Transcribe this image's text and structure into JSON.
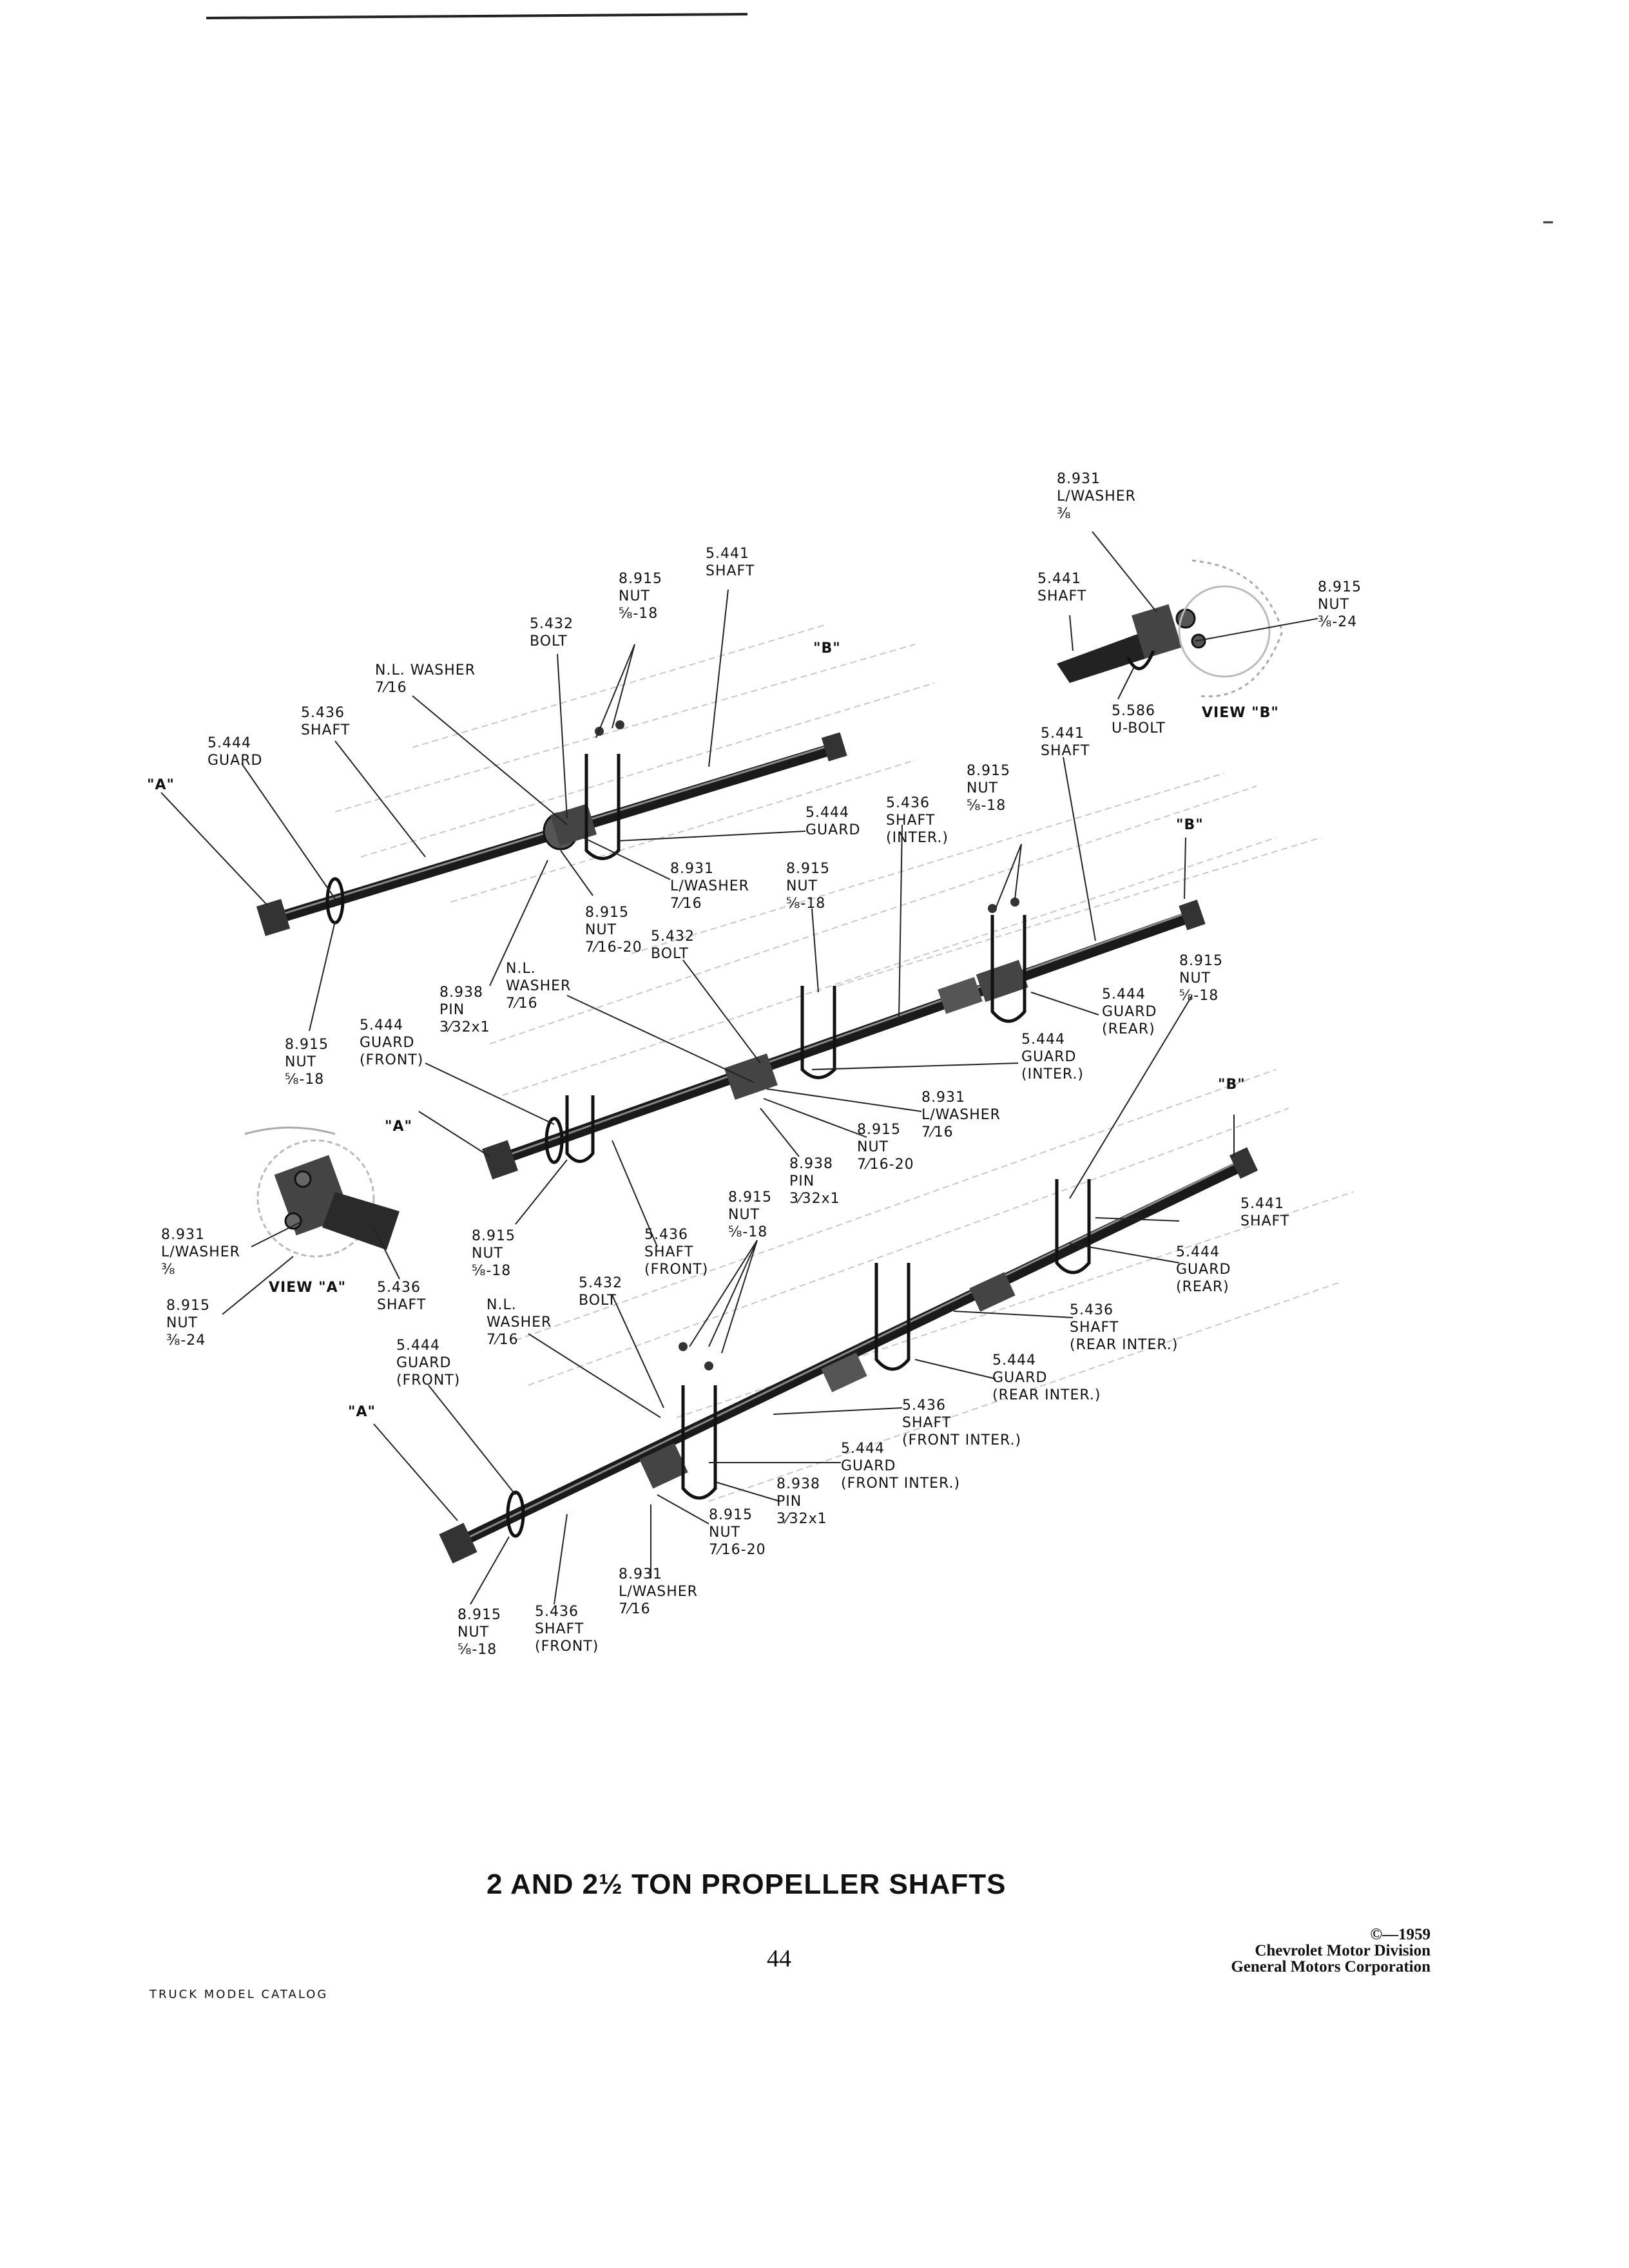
{
  "title": "2 AND 2½ TON PROPELLER SHAFTS",
  "page_number": "44",
  "footer_left": "TRUCK MODEL CATALOG",
  "copyright": {
    "line1": "©—1959",
    "line2": "Chevrolet Motor Division",
    "line3": "General Motors Corporation"
  },
  "labels": {
    "view_b": {
      "washer": [
        "8.931",
        "L/WASHER",
        "⅜"
      ],
      "shaft": [
        "5.441",
        "SHAFT"
      ],
      "nut": [
        "8.915",
        "NUT",
        "⅜-24"
      ],
      "ubolt": [
        "5.586",
        "U-BOLT"
      ],
      "caption": "VIEW \"B\""
    },
    "top": {
      "guard": [
        "5.444",
        "GUARD"
      ],
      "a": "\"A\"",
      "shaft": [
        "5.436",
        "SHAFT"
      ],
      "nlwasher": [
        "N.L. WASHER",
        "7⁄16"
      ],
      "bolt": [
        "5.432",
        "BOLT"
      ],
      "nut": [
        "8.915",
        "NUT",
        "⅝-18"
      ],
      "shaft2": [
        "5.441",
        "SHAFT"
      ],
      "b": "\"B\"",
      "guard2": [
        "5.444",
        "GUARD"
      ],
      "lwasher": [
        "8.931",
        "L/WASHER",
        "7⁄16"
      ],
      "nut2": [
        "8.915",
        "NUT",
        "7⁄16-20"
      ],
      "pin": [
        "8.938",
        "PIN",
        "3⁄32x1"
      ],
      "nut3": [
        "8.915",
        "NUT",
        "⅝-18"
      ]
    },
    "middle": {
      "nut_a": [
        "8.915",
        "NUT",
        "⅝-18"
      ],
      "shaft_inter": [
        "5.436",
        "SHAFT",
        "(INTER.)"
      ],
      "shaft441": [
        "5.441",
        "SHAFT"
      ],
      "b": "\"B\"",
      "nut_b": [
        "8.915",
        "NUT",
        "⅝-18"
      ],
      "bolt": [
        "5.432",
        "BOLT"
      ],
      "nlwasher": [
        "N.L.",
        "WASHER",
        "7⁄16"
      ],
      "guard_front": [
        "5.444",
        "GUARD",
        "(FRONT)"
      ],
      "guard_rear": [
        "5.444",
        "GUARD",
        "(REAR)"
      ],
      "nut_c": [
        "8.915",
        "NUT",
        "⅝-18"
      ],
      "guard_inter": [
        "5.444",
        "GUARD",
        "(INTER.)"
      ],
      "a": "\"A\"",
      "lwasher": [
        "8.931",
        "L/WASHER",
        "7⁄16"
      ],
      "nut_d": [
        "8.915",
        "NUT",
        "7⁄16-20"
      ],
      "pin": [
        "8.938",
        "PIN",
        "3⁄32x1"
      ],
      "nut_e": [
        "8.915",
        "NUT",
        "⅝-18"
      ],
      "shaft_front": [
        "5.436",
        "SHAFT",
        "(FRONT)"
      ],
      "nut_f": [
        "8.915",
        "NUT",
        "⅝-18"
      ]
    },
    "view_a": {
      "washer": [
        "8.931",
        "L/WASHER",
        "⅜"
      ],
      "nut": [
        "8.915",
        "NUT",
        "⅜-24"
      ],
      "caption": "VIEW \"A\"",
      "shaft": [
        "5.436",
        "SHAFT"
      ]
    },
    "bottom": {
      "guard_front": [
        "5.444",
        "GUARD",
        "(FRONT)"
      ],
      "nlwasher": [
        "N.L.",
        "WASHER",
        "7⁄16"
      ],
      "bolt": [
        "5.432",
        "BOLT"
      ],
      "b": "\"B\"",
      "shaft441": [
        "5.441",
        "SHAFT"
      ],
      "guard_rear": [
        "5.444",
        "GUARD",
        "(REAR)"
      ],
      "shaft_rear_inter": [
        "5.436",
        "SHAFT",
        "(REAR INTER.)"
      ],
      "guard_rear_inter": [
        "5.444",
        "GUARD",
        "(REAR INTER.)"
      ],
      "shaft_front_inter": [
        "5.436",
        "SHAFT",
        "(FRONT INTER.)"
      ],
      "guard_front_inter": [
        "5.444",
        "GUARD",
        "(FRONT INTER.)"
      ],
      "pin": [
        "8.938",
        "PIN",
        "3⁄32x1"
      ],
      "nut_a": [
        "8.915",
        "NUT",
        "7⁄16-20"
      ],
      "a": "\"A\"",
      "lwasher": [
        "8.931",
        "L/WASHER",
        "7⁄16"
      ],
      "nut_b": [
        "8.915",
        "NUT",
        "⅝-18"
      ],
      "shaft_front": [
        "5.436",
        "SHAFT",
        "(FRONT)"
      ]
    }
  }
}
